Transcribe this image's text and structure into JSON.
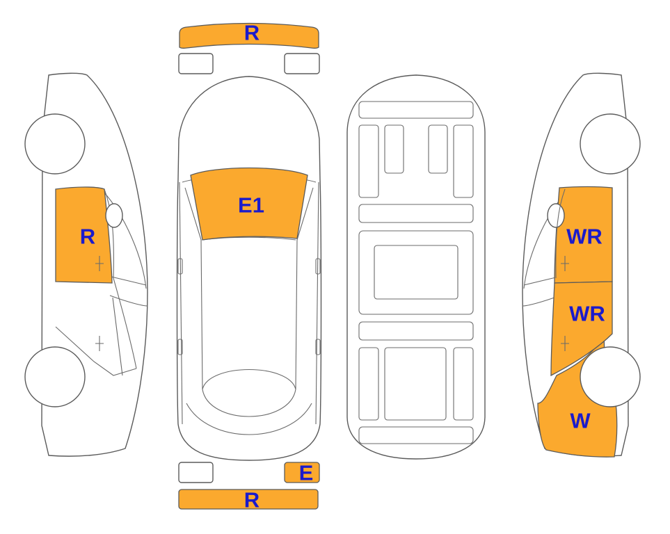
{
  "colors": {
    "damage_fill": "#FBA92E",
    "label_text": "#1B1BCB",
    "outline": "#5a5a5a"
  },
  "labels": {
    "front_bumper": "R",
    "rear_bumper": "R",
    "right_rear_lamp": "E",
    "windshield": "E1",
    "left_front_door": "R",
    "right_front_door": "WR",
    "right_rear_door": "WR",
    "right_rear_quarter": "W"
  }
}
